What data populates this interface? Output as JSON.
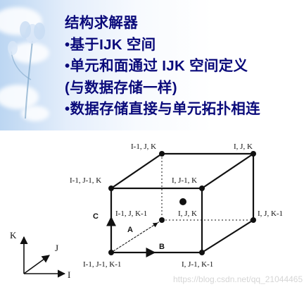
{
  "header": {
    "title": "结构求解器",
    "bullets": [
      {
        "pre": "•基于",
        "bold": "IJK",
        "post": " 空间"
      },
      {
        "pre": "•单元和面通过 ",
        "bold": "IJK",
        "post": " 空间定义"
      },
      {
        "pre": "(与数据存储一样)",
        "bold": "",
        "post": ""
      },
      {
        "pre": "•数据存储直接与单元拓扑相连",
        "bold": "",
        "post": ""
      }
    ]
  },
  "diagram": {
    "vertex_labels": {
      "back_top_left": "I-1, J, K",
      "back_top_right": "I, J, K",
      "front_top_left": "I-1, J-1, K",
      "front_top_right": "I, J-1, K",
      "back_bottom_left": "I-1, J, K-1",
      "back_bottom_right": "I, J, K-1",
      "front_bottom_left": "I-1, J-1, K-1",
      "front_bottom_right": "I, J-1, K-1",
      "center": "I, J, K"
    },
    "edge_labels": {
      "a": "A",
      "b": "B",
      "c": "C"
    },
    "axes": {
      "k": "K",
      "j": "J",
      "i": "I"
    }
  },
  "watermark": "https://blog.csdn.net/qq_21044465",
  "colors": {
    "text": "#0a0a7a",
    "sky": "#bcd6f2"
  }
}
